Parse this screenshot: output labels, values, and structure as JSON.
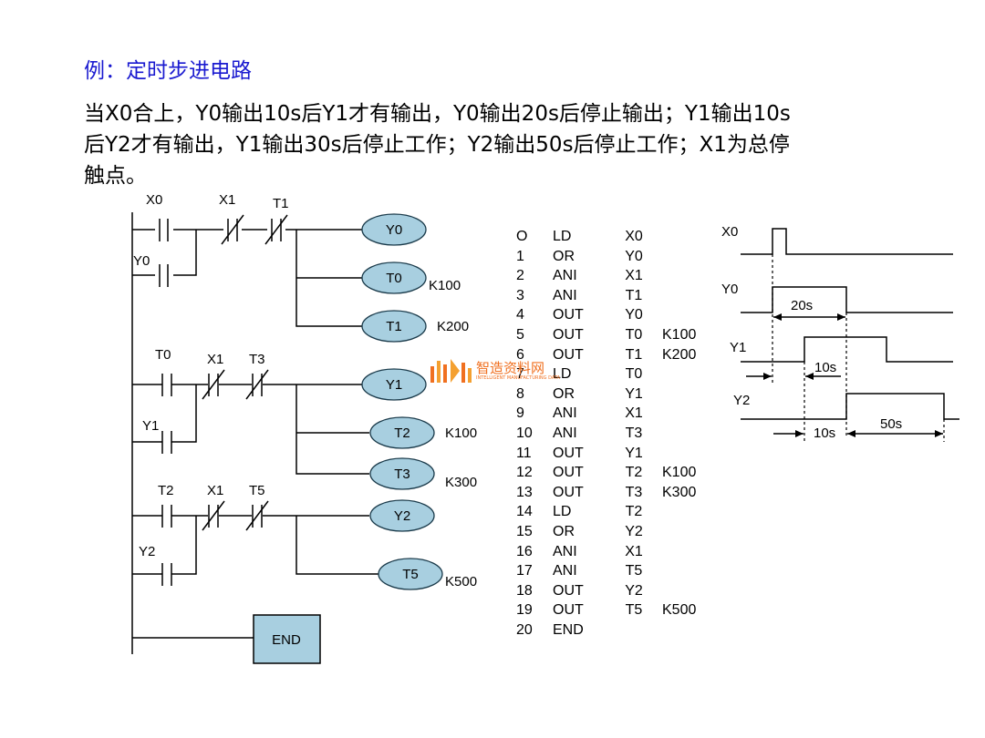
{
  "title": "例：定时步进电路",
  "description": [
    "当X0合上，Y0输出10s后Y1才有输出，Y0输出20s后停止输出；Y1输出10s",
    "后Y2才有输出，Y1输出30s后停止工作；Y2输出50s后停止工作；X1为总停",
    "触点。"
  ],
  "ladder": {
    "rungs": [
      {
        "contacts": [
          {
            "label": "X0",
            "type": "NO"
          },
          {
            "label": "X1",
            "type": "NC"
          },
          {
            "label": "T1",
            "type": "NC"
          }
        ],
        "parallel": {
          "label": "Y0",
          "type": "NO"
        },
        "coils": [
          {
            "label": "Y0",
            "k": ""
          },
          {
            "label": "T0",
            "k": "K100"
          },
          {
            "label": "T1",
            "k": "K200"
          }
        ]
      },
      {
        "contacts": [
          {
            "label": "T0",
            "type": "NO"
          },
          {
            "label": "X1",
            "type": "NC"
          },
          {
            "label": "T3",
            "type": "NC"
          }
        ],
        "parallel": {
          "label": "Y1",
          "type": "NO"
        },
        "coils": [
          {
            "label": "Y1",
            "k": ""
          },
          {
            "label": "T2",
            "k": "K100"
          },
          {
            "label": "T3",
            "k": "K300"
          }
        ]
      },
      {
        "contacts": [
          {
            "label": "T2",
            "type": "NO"
          },
          {
            "label": "X1",
            "type": "NC"
          },
          {
            "label": "T5",
            "type": "NC"
          }
        ],
        "parallel": {
          "label": "Y2",
          "type": "NO"
        },
        "coils": [
          {
            "label": "Y2",
            "k": ""
          },
          {
            "label": "T5",
            "k": "K500"
          }
        ]
      }
    ],
    "end_label": "END"
  },
  "instructions": [
    {
      "n": "O",
      "op": "LD",
      "arg": "X0",
      "k": ""
    },
    {
      "n": "1",
      "op": "OR",
      "arg": "Y0",
      "k": ""
    },
    {
      "n": "2",
      "op": "ANI",
      "arg": "X1",
      "k": ""
    },
    {
      "n": "3",
      "op": "ANI",
      "arg": "T1",
      "k": ""
    },
    {
      "n": "4",
      "op": "OUT",
      "arg": "Y0",
      "k": ""
    },
    {
      "n": "5",
      "op": "OUT",
      "arg": "T0",
      "k": "K100"
    },
    {
      "n": "6",
      "op": "OUT",
      "arg": "T1",
      "k": "K200"
    },
    {
      "n": "7",
      "op": "LD",
      "arg": "T0",
      "k": ""
    },
    {
      "n": "8",
      "op": "OR",
      "arg": "Y1",
      "k": ""
    },
    {
      "n": "9",
      "op": "ANI",
      "arg": "X1",
      "k": ""
    },
    {
      "n": "10",
      "op": "ANI",
      "arg": "T3",
      "k": ""
    },
    {
      "n": "11",
      "op": "OUT",
      "arg": "Y1",
      "k": ""
    },
    {
      "n": "12",
      "op": "OUT",
      "arg": "T2",
      "k": "K100"
    },
    {
      "n": "13",
      "op": "OUT",
      "arg": "T3",
      "k": "K300"
    },
    {
      "n": "14",
      "op": "LD",
      "arg": "T2",
      "k": ""
    },
    {
      "n": "15",
      "op": "OR",
      "arg": "Y2",
      "k": ""
    },
    {
      "n": "16",
      "op": "ANI",
      "arg": "X1",
      "k": ""
    },
    {
      "n": "17",
      "op": "ANI",
      "arg": "T5",
      "k": ""
    },
    {
      "n": "18",
      "op": "OUT",
      "arg": "Y2",
      "k": ""
    },
    {
      "n": "19",
      "op": "OUT",
      "arg": "T5",
      "k": "K500"
    },
    {
      "n": "20",
      "op": "END",
      "arg": "",
      "k": ""
    }
  ],
  "timing": {
    "signals": [
      "X0",
      "Y0",
      "Y1",
      "Y2"
    ],
    "intervals": [
      "20s",
      "10s",
      "10s",
      "50s"
    ]
  },
  "watermark": {
    "text": "智造资料网",
    "sub": "INTELLIGENT MANUFACTURING DATA"
  },
  "colors": {
    "title": "#1a1ad0",
    "coil_fill": "#a8cfe0",
    "watermark": "#f07020"
  }
}
